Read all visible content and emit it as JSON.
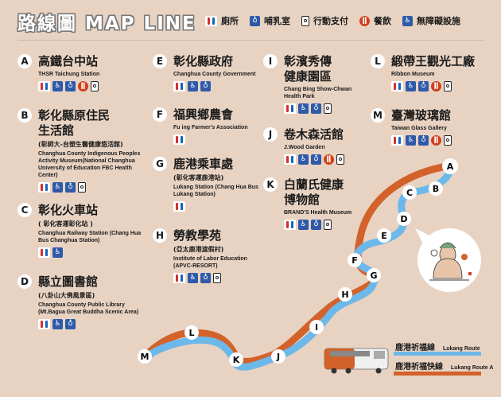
{
  "header": {
    "title": "路線圖 MAP LINE",
    "legend": [
      {
        "icon": "restroom-icon",
        "label": "廁所"
      },
      {
        "icon": "nursing-room-icon",
        "label": "哺乳室"
      },
      {
        "icon": "mobile-payment-icon",
        "label": "行動支付"
      },
      {
        "icon": "dining-icon",
        "label": "餐飲"
      },
      {
        "icon": "accessible-icon",
        "label": "無障礙設施"
      }
    ]
  },
  "stops": [
    {
      "id": "A",
      "zh": "高鐵台中站",
      "sub": "",
      "en": "THSR Taichung Station",
      "facilities": [
        "restroom",
        "accessible",
        "nursing",
        "dining",
        "payment"
      ]
    },
    {
      "id": "B",
      "zh": "彰化縣原住民生活館",
      "zh2": "生活館",
      "zh1": "彰化縣原住民",
      "sub": "(彰師大-台塑生醫健康悠活館)",
      "en": "Changhua County Indigenous Peoples Activity Museum(National Changhua University of Education FBC Health Center)",
      "facilities": [
        "restroom",
        "accessible",
        "nursing",
        "payment"
      ]
    },
    {
      "id": "C",
      "zh": "彰化火車站",
      "sub": "( 彰化客運彰化站 )",
      "en": "Changhua Railway Station (Chang Hua Bus Changhua Station)",
      "facilities": [
        "restroom",
        "accessible"
      ]
    },
    {
      "id": "D",
      "zh": "縣立圖書館",
      "sub": "(八卦山大佛風景區)",
      "en": "Changhua County Public Library (Mt.Bagua Great Buddha Scenic Area)",
      "facilities": [
        "restroom",
        "accessible",
        "nursing"
      ]
    },
    {
      "id": "E",
      "zh": "彰化縣政府",
      "sub": "",
      "en": "Changhua County Government",
      "facilities": [
        "restroom",
        "accessible",
        "nursing"
      ]
    },
    {
      "id": "F",
      "zh": "福興鄉農會",
      "sub": "",
      "en": "Fu ing Farmer's Association",
      "facilities": [
        "restroom"
      ]
    },
    {
      "id": "G",
      "zh": "鹿港乘車處",
      "sub": "(彰化客運鹿港站)",
      "en": "Lukang Station (Chang Hua Bus Lukang Station)",
      "facilities": [
        "restroom"
      ]
    },
    {
      "id": "H",
      "zh": "勞教學苑",
      "sub": "(亞太鹿港渡假村)",
      "en": "Institute of Labor Education (APVC-RESORT)",
      "facilities": [
        "restroom",
        "accessible",
        "nursing",
        "payment"
      ]
    },
    {
      "id": "I",
      "zh1": "彰濱秀傳",
      "zh2": "健康園區",
      "zh": "彰濱秀傳健康園區",
      "sub": "",
      "en": "Chang Bing Show-Chwan Health Park",
      "facilities": [
        "restroom",
        "accessible",
        "nursing",
        "payment"
      ]
    },
    {
      "id": "J",
      "zh": "卷木森活館",
      "sub": "",
      "en": "J.Wood Garden",
      "facilities": [
        "restroom",
        "accessible",
        "nursing",
        "dining",
        "payment"
      ]
    },
    {
      "id": "K",
      "zh1": "白蘭氏健康",
      "zh2": "博物館",
      "zh": "白蘭氏健康博物館",
      "sub": "",
      "en": "BRAND'S Health Museum",
      "facilities": [
        "restroom",
        "accessible",
        "nursing",
        "payment"
      ]
    },
    {
      "id": "L",
      "zh": "緞帶王觀光工廠",
      "sub": "",
      "en": "Ribbon Museum",
      "facilities": [
        "restroom",
        "accessible",
        "nursing",
        "dining",
        "payment"
      ]
    },
    {
      "id": "M",
      "zh": "臺灣玻璃館",
      "sub": "",
      "en": "Taiwan Glass Gallery",
      "facilities": [
        "restroom",
        "accessible",
        "nursing",
        "dining",
        "payment"
      ]
    }
  ],
  "routes": [
    {
      "zh": "鹿港祈福線",
      "en": "Lukang Route",
      "color": "#6cb8ea"
    },
    {
      "zh": "鹿港祈福快線",
      "en": "Lukang Route A",
      "color": "#d2622a"
    }
  ],
  "colors": {
    "background": "#e8d3c3",
    "route_blue": "#6cb8ea",
    "route_orange": "#d2622a",
    "restroom_red": "#d32f2f",
    "restroom_blue": "#1565c0",
    "accessible_blue": "#2e5aa8",
    "dining_red": "#d2401c"
  }
}
